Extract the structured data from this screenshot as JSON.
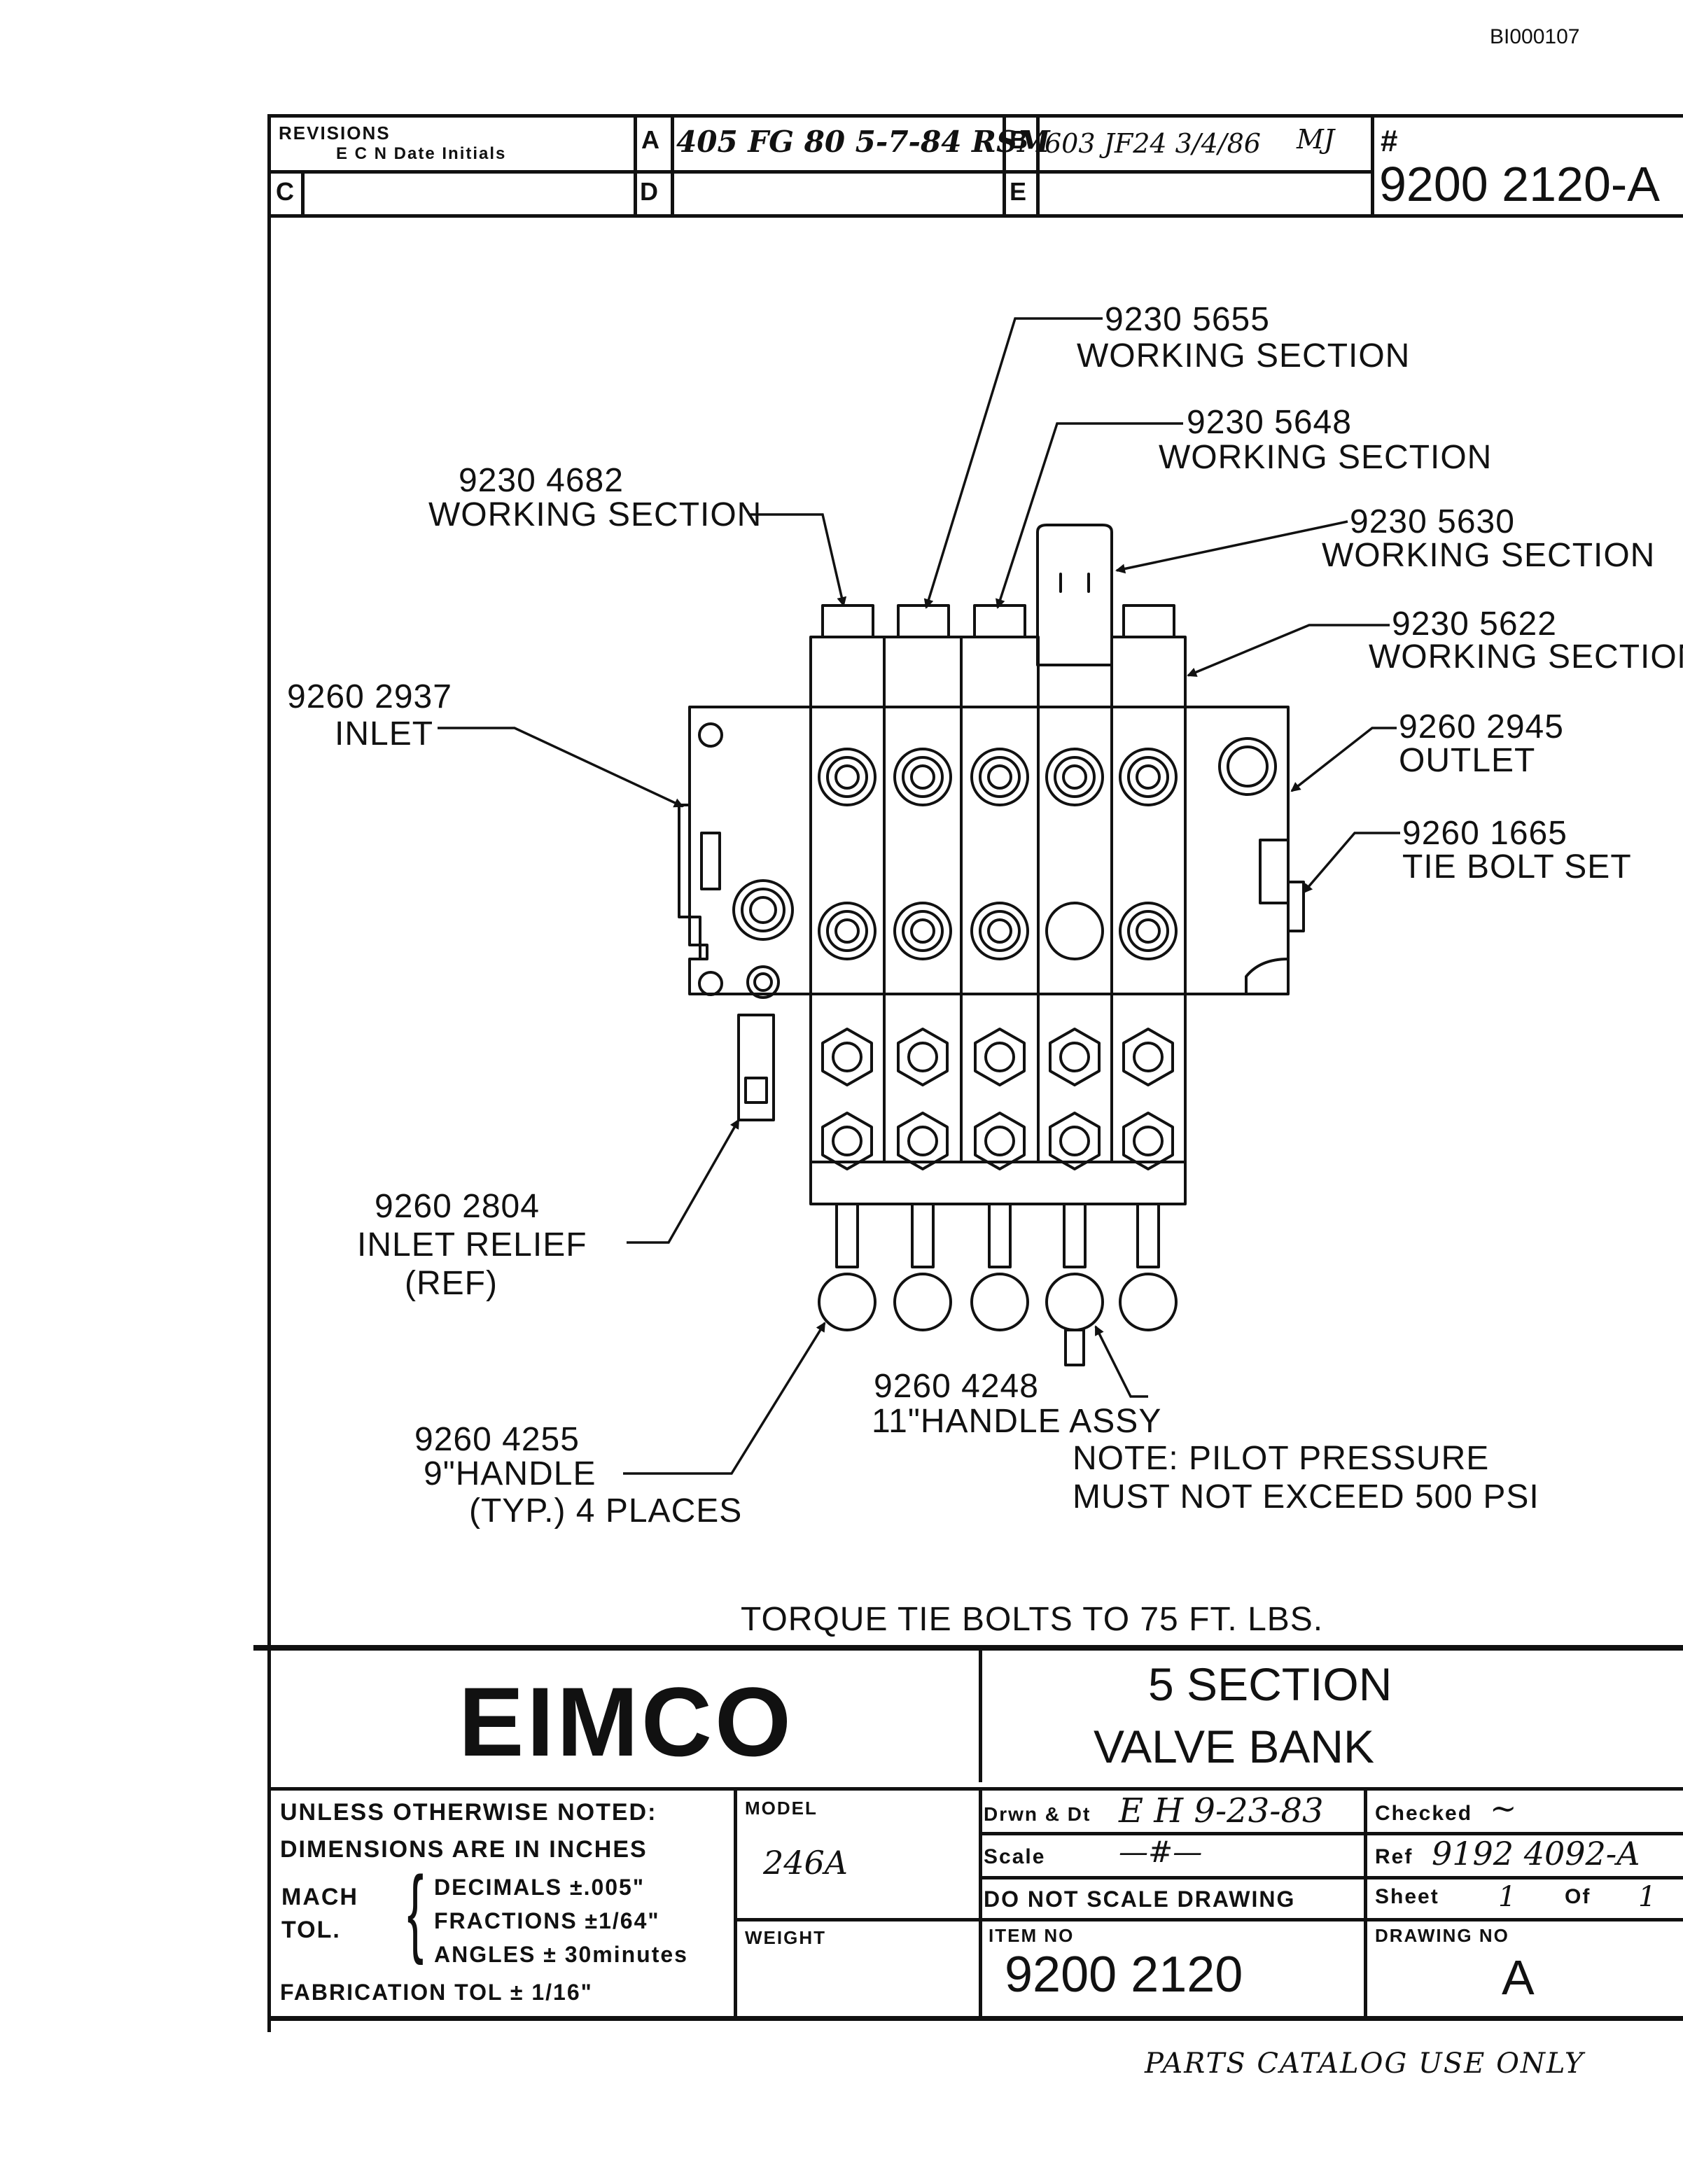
{
  "doc_id": "BI000107",
  "revisions": {
    "header": "REVISIONS",
    "subheader": "E C N  Date  Initials",
    "a_letter": "A",
    "a_entry": "405 FG 80  5-7-84  RSM",
    "b_letter": "B",
    "b_entry": "603 JF24  3/4/86",
    "b_initials": "MJ",
    "c_letter": "C",
    "d_letter": "D",
    "e_letter": "E",
    "hash": "#",
    "part_number": "9200 2120-A"
  },
  "callouts": {
    "ws_5655_num": "9230 5655",
    "ws_5655_txt": "WORKING SECTION",
    "ws_5648_num": "9230 5648",
    "ws_5648_txt": "WORKING SECTION",
    "ws_4682_num": "9230 4682",
    "ws_4682_txt": "WORKING SECTION",
    "ws_5630_num": "9230 5630",
    "ws_5630_txt": "WORKING SECTION",
    "ws_5622_num": "9230 5622",
    "ws_5622_txt": "WORKING SECTION",
    "inlet_num": "9260 2937",
    "inlet_txt": "INLET",
    "outlet_num": "9260 2945",
    "outlet_txt": "OUTLET",
    "tiebolt_num": "9260 1665",
    "tiebolt_txt": "TIE BOLT SET",
    "relief_num": "9260 2804",
    "relief_txt": "INLET RELIEF",
    "relief_ref": "(REF)",
    "handle11_num": "9260 4248",
    "handle11_txt": "11\"HANDLE ASSY",
    "handle9_num": "9260 4255",
    "handle9_txt": "9\"HANDLE",
    "handle9_typ": "(TYP.) 4 PLACES",
    "note_line1": "NOTE: PILOT PRESSURE",
    "note_line2": "MUST NOT EXCEED 500 PSI",
    "torque": "TORQUE TIE BOLTS TO 75 FT. LBS."
  },
  "title_block": {
    "company": "EIMCO",
    "title_line1": "5 SECTION",
    "title_line2": "VALVE BANK",
    "notes_line1": "UNLESS OTHERWISE NOTED:",
    "notes_line2": "DIMENSIONS ARE IN INCHES",
    "mach": "MACH",
    "tol": "TOL.",
    "decimals": "DECIMALS ±.005\"",
    "fractions": "FRACTIONS ±1/64\"",
    "angles": "ANGLES ± 30minutes",
    "fab_tol": "FABRICATION TOL  ±  1/16\"",
    "model_label": "MODEL",
    "model_value": "246A",
    "weight_label": "WEIGHT",
    "drwn_label": "Drwn & Dt",
    "drwn_value": "E H 9-23-83",
    "checked_label": "Checked",
    "scale_label": "Scale",
    "scale_value": "—#—",
    "ref_label": "Ref",
    "ref_value": "9192 4092-A",
    "do_not_scale": "DO NOT SCALE DRAWING",
    "sheet_label": "Sheet",
    "sheet_value": "1",
    "of_label": "Of",
    "of_value": "1",
    "item_no_label": "ITEM NO",
    "item_no_value": "9200 2120",
    "drawing_no_label": "DRAWING NO",
    "drawing_no_value": "A"
  },
  "footer": "PARTS CATALOG USE ONLY"
}
